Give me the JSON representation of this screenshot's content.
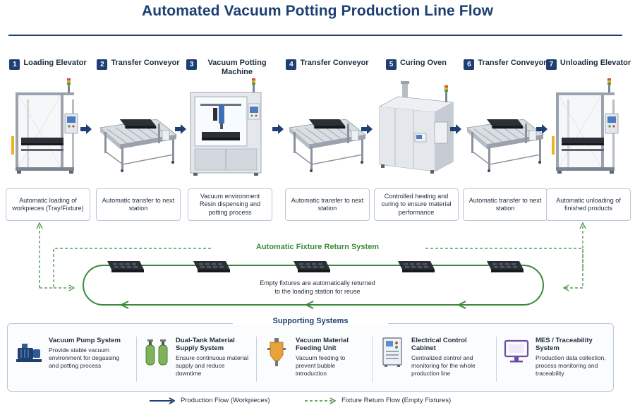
{
  "title": "Automated Vacuum Potting Production Line Flow",
  "stations": [
    {
      "num": "1",
      "name": "Loading Elevator",
      "desc": "Automatic loading of workpieces (Tray/Fixture)",
      "machine": "elevator"
    },
    {
      "num": "2",
      "name": "Transfer Conveyor",
      "desc": "Automatic transfer to next station",
      "machine": "conveyor"
    },
    {
      "num": "3",
      "name": "Vacuum Potting Machine",
      "desc": "Vacuum environment Resin dispensing and potting process",
      "machine": "potting"
    },
    {
      "num": "4",
      "name": "Transfer Conveyor",
      "desc": "Automatic transfer to next station",
      "machine": "conveyor"
    },
    {
      "num": "5",
      "name": "Curing Oven",
      "desc": "Controlled heating and curing to ensure material performance",
      "machine": "oven"
    },
    {
      "num": "6",
      "name": "Transfer Conveyor",
      "desc": "Automatic transfer to next station",
      "machine": "conveyor"
    },
    {
      "num": "7",
      "name": "Unloading Elevator",
      "desc": "Automatic unloading of finished products",
      "machine": "elevator"
    }
  ],
  "fixture_return": {
    "title": "Automatic Fixture Return System",
    "text_line1": "Empty fixtures are automatically returned",
    "text_line2": "to the loading station for reuse"
  },
  "supporting": {
    "title": "Supporting Systems",
    "systems": [
      {
        "name": "Vacuum Pump System",
        "desc": "Provide stable vacuum environment for degassing and potting process",
        "icon": "vacuum-pump-icon"
      },
      {
        "name": "Dual-Tank Material Supply System",
        "desc": "Ensure continuous material supply and reduce downtime",
        "icon": "dual-tank-icon"
      },
      {
        "name": "Vacuum Material Feeding Unit",
        "desc": "Vacuum feeding to prevent bubble introduction",
        "icon": "feeding-unit-icon"
      },
      {
        "name": "Electrical Control Cabinet",
        "desc": "Centralized control and monitoring for the whole production line",
        "icon": "control-cabinet-icon"
      },
      {
        "name": "MES / Traceability System",
        "desc": "Production data collection, process monitoring and traceability",
        "icon": "monitor-icon"
      }
    ]
  },
  "legend": {
    "production_flow": "Production Flow (Workpieces)",
    "fixture_flow": "Fixture Return Flow (Empty Fixtures)"
  },
  "colors": {
    "primary": "#1d3f72",
    "fixture_green": "#3a8a3a",
    "flow_arrow": "#1d3f72"
  }
}
